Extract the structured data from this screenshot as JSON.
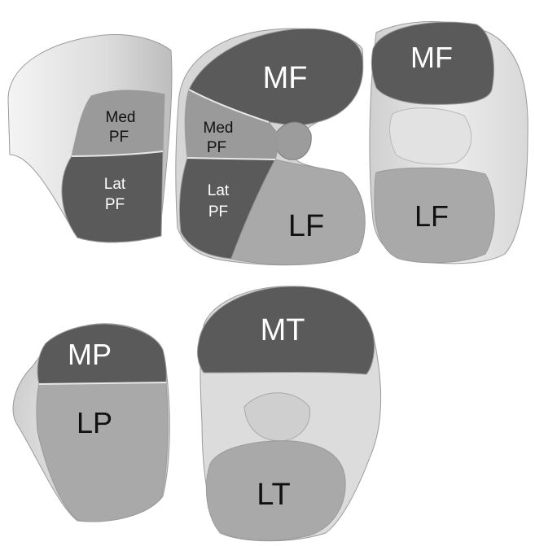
{
  "figure": {
    "views": [
      {
        "id": "patella-facing-femur",
        "regions": [
          {
            "id": "med-pf",
            "label_line1": "Med",
            "label_line2": "PF",
            "shade": "#9a9a9a"
          },
          {
            "id": "lat-pf",
            "label_line1": "Lat",
            "label_line2": "PF",
            "shade": "#5a5a5a"
          }
        ]
      },
      {
        "id": "femur-oblique",
        "regions": [
          {
            "id": "mf",
            "label": "MF",
            "shade": "#5a5a5a"
          },
          {
            "id": "med-pf",
            "label_line1": "Med",
            "label_line2": "PF",
            "shade": "#9a9a9a"
          },
          {
            "id": "lat-pf",
            "label_line1": "Lat",
            "label_line2": "PF",
            "shade": "#5a5a5a"
          },
          {
            "id": "lf",
            "label": "LF",
            "shade": "#a9a9a9"
          }
        ]
      },
      {
        "id": "femur-distal",
        "regions": [
          {
            "id": "mf",
            "label": "MF",
            "shade": "#5a5a5a"
          },
          {
            "id": "lf",
            "label": "LF",
            "shade": "#a9a9a9"
          }
        ]
      },
      {
        "id": "patella",
        "regions": [
          {
            "id": "mp",
            "label": "MP",
            "shade": "#5a5a5a"
          },
          {
            "id": "lp",
            "label": "LP",
            "shade": "#a9a9a9"
          }
        ]
      },
      {
        "id": "tibia",
        "regions": [
          {
            "id": "mt",
            "label": "MT",
            "shade": "#5a5a5a"
          },
          {
            "id": "lt",
            "label": "LT",
            "shade": "#a9a9a9"
          }
        ]
      }
    ]
  },
  "colors": {
    "dark_region": "#5a5a5a",
    "light_region": "#a9a9a9",
    "bone": "#e6e6e6",
    "background": "#ffffff"
  }
}
